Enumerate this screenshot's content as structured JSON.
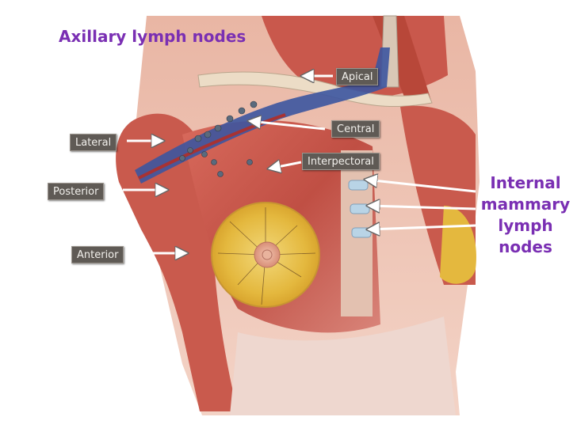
{
  "figure": {
    "title": "Axillary lymph nodes",
    "labels": {
      "apical": "Apical",
      "central": "Central",
      "lateral": "Lateral",
      "interpectoral": "Interpectoral",
      "posterior": "Posterior",
      "anterior": "Anterior"
    },
    "internal_mammary": [
      "Internal",
      "mammary",
      "lymph",
      "nodes"
    ]
  },
  "colors": {
    "title_purple": "#7a2fb3",
    "label_box": "#5f5a55",
    "muscle_red": "#c5564a",
    "fat_yellow": "#e7c148",
    "vein_blue": "#3c55a0",
    "skin_peach": "#e8b3a0"
  }
}
